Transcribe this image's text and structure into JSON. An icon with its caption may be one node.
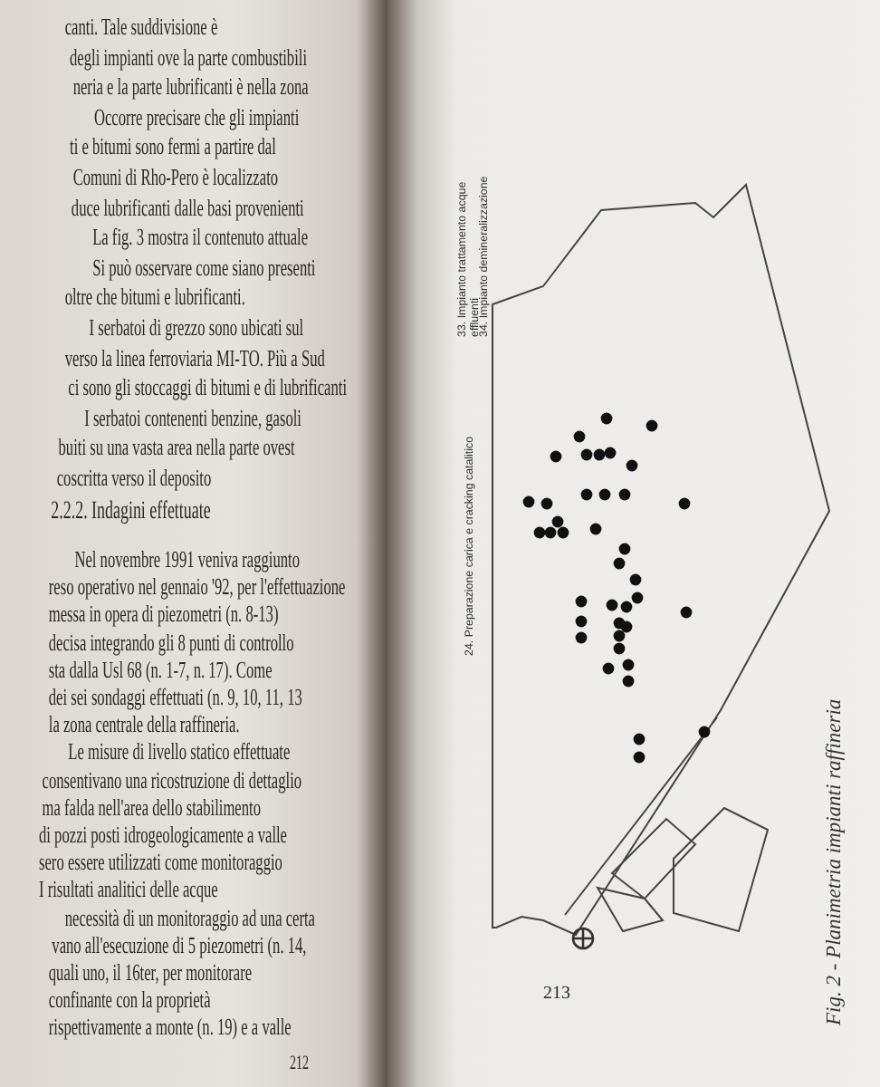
{
  "diagram": {
    "caption": "Fig. 2 - Planimetria impianti raffineria",
    "labels": [
      "canti. Tale suddivisione è",
      "degli impianti ove la parte combustibili",
      "neria e la parte lubrificanti è nella zona",
      "Occorre precisare che gli impianti",
      "ti e bitumi sono fermi a partire dal",
      "Comuni di Rho-Pero è localizzato",
      "duce lubrificanti dalle basi provenienti",
      "La fig. 3 mostra il contenuto attuale",
      "Si può osservare come siano presenti",
      "oltre che bitumi e lubrificanti.",
      "I serbatoi di grezzo sono ubicati sul",
      "verso la linea ferroviaria MI-TO. Più a Sud",
      "ci sono gli stoccaggi di bitumi e di lubrificanti",
      "I serbatoi contenenti benzine, gasoli",
      "buiti su una vasta area nella parte ovest",
      "coscritta verso il deposito",
      "2.2.2. Indagini effettuate",
      "Nel novembre 1991 veniva raggiunto",
      "reso operativo nel gennaio '92, per l'effettuazione",
      "messa in opera di piezometri (n. 8-13)",
      "decisa integrando gli 8 punti di controllo",
      "sta dalla Usl 68 (n. 1-7, n. 17). Come",
      "dei sei sondaggi effettuati (n. 9, 10, 11, 13",
      "la zona centrale della raffineria.",
      "Le misure di livello statico effettuate",
      "consentivano una ricostruzione di dettaglio",
      "ma falda nell'area dello stabilimento",
      "di pozzi posti idrogeologicamente a valle",
      "sero essere utilizzati come monitoraggio",
      "I risultati analitici delle acque",
      "necessità di un monitoraggio ad una certa",
      "vano all'esecuzione di 5 piezometri (n. 14,",
      "quali uno, il 16ter, per monitorare",
      "confinante con la proprietà",
      "rispettivamente a monte (n. 19) e a valle",
      "212",
      "24. Preparazione carica e cracking catalitico",
      "33. Impianto trattamento acque effluenti",
      "34. Impianto demineralizzazione",
      "213"
    ]
  }
}
